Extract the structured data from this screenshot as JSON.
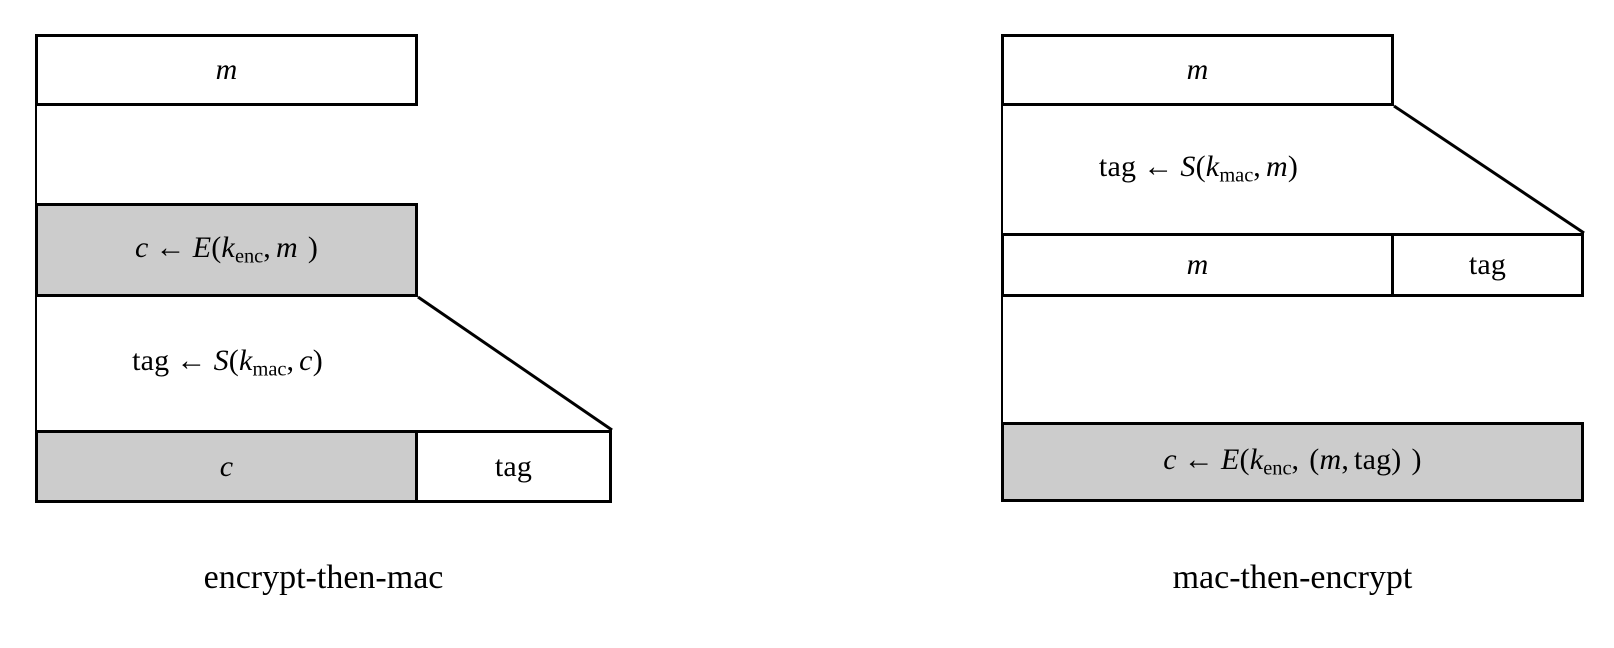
{
  "figure": {
    "background_color": "#ffffff",
    "line_color": "#000000",
    "shaded_fill_color": "#cccccc"
  },
  "left_diagram": {
    "caption": "encrypt-then-mac",
    "plaintext_box": {
      "label": "m"
    },
    "encrypt_step": {
      "output": "c",
      "arrow": "←",
      "function": "E",
      "key": "k",
      "key_sub": "enc",
      "input": "m"
    },
    "mac_step": {
      "output": "tag",
      "arrow": "←",
      "function": "S",
      "key": "k",
      "key_sub": "mac",
      "input": "c"
    },
    "result_row": {
      "left_cell": "c",
      "right_cell": "tag"
    }
  },
  "right_diagram": {
    "caption": "mac-then-encrypt",
    "plaintext_box": {
      "label": "m"
    },
    "mac_step": {
      "output": "tag",
      "arrow": "←",
      "function": "S",
      "key": "k",
      "key_sub": "mac",
      "input": "m"
    },
    "intermediate_row": {
      "left_cell": "m",
      "right_cell": "tag"
    },
    "encrypt_step": {
      "output": "c",
      "arrow": "←",
      "function": "E",
      "key": "k",
      "key_sub": "enc",
      "input_left": "m",
      "input_right": "tag"
    }
  }
}
